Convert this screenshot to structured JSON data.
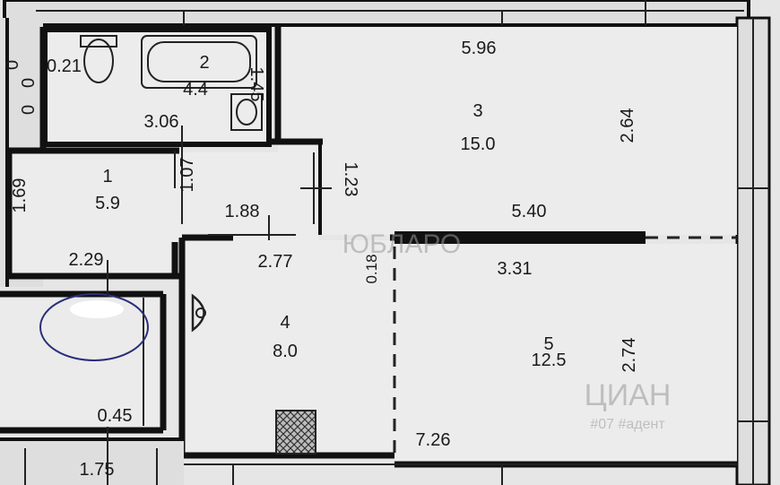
{
  "plan": {
    "rooms": [
      {
        "number": "1",
        "area": "5.9"
      },
      {
        "number": "2",
        "area": "4.4"
      },
      {
        "number": "3",
        "area": "15.0"
      },
      {
        "number": "4",
        "area": "8.0"
      },
      {
        "number": "5",
        "area": "12.5"
      }
    ],
    "dimensions": {
      "d_5_96": "5.96",
      "d_0_21": "0.21",
      "d_1_45": "1.45",
      "d_3_06": "3.06",
      "d_2_64": "2.64",
      "d_1_07": "1.07",
      "d_1_23": "1.23",
      "d_1_69": "1.69",
      "d_1_88": "1.88",
      "d_5_40": "5.40",
      "d_2_29": "2.29",
      "d_2_77": "2.77",
      "d_0_18": "0.18",
      "d_3_31": "3.31",
      "d_2_74": "2.74",
      "d_7_26": "7.26",
      "d_0_45": "0.45",
      "d_1_75": "1.75"
    },
    "side_marks": {
      "top": "0",
      "middle": "0",
      "bottom": "0"
    },
    "watermarks": {
      "center": "ЮБЛАРО",
      "cian": "ЦИАН",
      "cian_sub": "#07 #адент"
    }
  }
}
